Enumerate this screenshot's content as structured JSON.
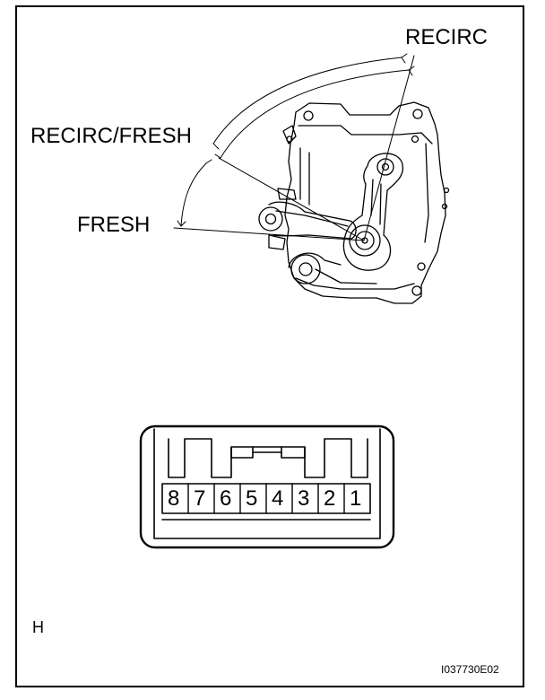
{
  "labels": {
    "recirc": "RECIRC",
    "recirc_fresh": "RECIRC/FRESH",
    "fresh": "FRESH"
  },
  "connector": {
    "pins": [
      "8",
      "7",
      "6",
      "5",
      "4",
      "3",
      "2",
      "1"
    ]
  },
  "footer": {
    "view_code": "H",
    "figure_code": "I037730E02"
  }
}
